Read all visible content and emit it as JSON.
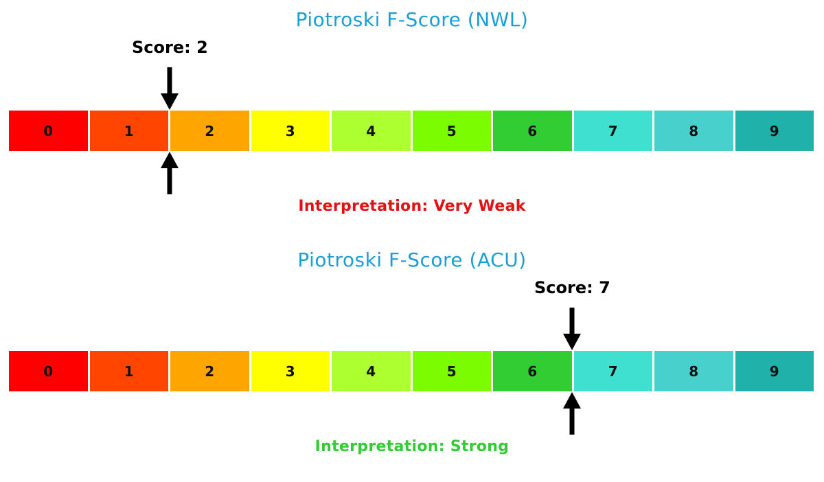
{
  "page": {
    "background": "#ffffff",
    "arrow_color": "#000000"
  },
  "chart_data": [
    {
      "type": "colorbar",
      "title": "Piotroski F-Score (NWL)",
      "title_color": "#189FD4",
      "score": 2,
      "score_label": "Score: 2",
      "interpretation_label": "Interpretation: Very Weak",
      "interpretation_color": "#E11212",
      "categories": [
        "0",
        "1",
        "2",
        "3",
        "4",
        "5",
        "6",
        "7",
        "8",
        "9"
      ],
      "segment_colors": [
        "#FF0000",
        "#FF4500",
        "#FFA500",
        "#FFFF00",
        "#ADFF2F",
        "#7CFC00",
        "#32CD32",
        "#40E0D0",
        "#48D1CC",
        "#20B2AA"
      ],
      "xlim": [
        0,
        10
      ],
      "legend": "none",
      "grid": false
    },
    {
      "type": "colorbar",
      "title": "Piotroski F-Score (ACU)",
      "title_color": "#189FD4",
      "score": 7,
      "score_label": "Score: 7",
      "interpretation_label": "Interpretation: Strong",
      "interpretation_color": "#32CD32",
      "categories": [
        "0",
        "1",
        "2",
        "3",
        "4",
        "5",
        "6",
        "7",
        "8",
        "9"
      ],
      "segment_colors": [
        "#FF0000",
        "#FF4500",
        "#FFA500",
        "#FFFF00",
        "#ADFF2F",
        "#7CFC00",
        "#32CD32",
        "#40E0D0",
        "#48D1CC",
        "#20B2AA"
      ],
      "xlim": [
        0,
        10
      ],
      "legend": "none",
      "grid": false
    }
  ]
}
